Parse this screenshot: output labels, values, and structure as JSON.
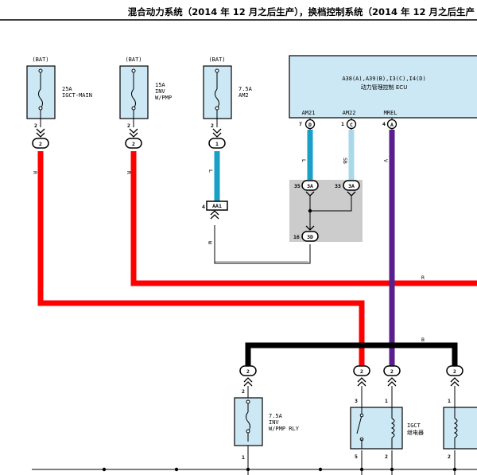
{
  "header": {
    "title": "混合动力系统（2014 年 12 月之后生产），换档控制系统（2014 年 12 月之后生产"
  },
  "fuses": [
    {
      "source": "(BAT)",
      "rating": "25A",
      "name": "IGCT-MAIN",
      "name2": "",
      "pin": "2",
      "conn": "2"
    },
    {
      "source": "(BAT)",
      "rating": "15A",
      "name": "INV",
      "name2": "W/PMP",
      "pin": "2",
      "conn": "2"
    },
    {
      "source": "(BAT)",
      "rating": "7.5A",
      "name": "AM2",
      "name2": "",
      "pin": "2",
      "conn": "1"
    }
  ],
  "ecu": {
    "title": "A38(A),A39(B),I3(C),I4(D)",
    "subtitle": "动力管理控制 ECU",
    "terminals": [
      {
        "name": "AM21",
        "pin": "7",
        "conn": "D",
        "wire_color": "L"
      },
      {
        "name": "AM22",
        "pin": "1",
        "conn": "C",
        "wire_color": "SB"
      },
      {
        "name": "MREL",
        "pin": "4",
        "conn": "A",
        "wire_color": "V"
      }
    ]
  },
  "junction": {
    "conn_35": "35",
    "conn_33": "33",
    "conn_16": "16",
    "code_a": "3A",
    "code_d": "3D"
  },
  "connector_aa1": {
    "pin": "4",
    "label": "AA1"
  },
  "wire_labels": {
    "r1": "R",
    "r2": "R",
    "l": "L",
    "w": "W",
    "r_horiz": "R",
    "b_horiz": "B"
  },
  "bottom": {
    "fuse": {
      "rating": "7.5A",
      "name": "INV",
      "name2": "W/PMP RLY",
      "pin_top": "2",
      "pin_bot": "1",
      "conn": "2"
    },
    "relay1": {
      "name": "IGCT",
      "name2": "继电器",
      "pin3": "3",
      "pin1": "1",
      "pin5": "5",
      "pin2": "2"
    },
    "relay2": {
      "pin1": "1",
      "pin2": "2"
    },
    "conns": [
      "2",
      "2",
      "2",
      "2"
    ]
  },
  "colors": {
    "red": "#ff0000",
    "blue": "#1a9fc7",
    "sky": "#a8d8ea",
    "violet": "#5a1f8e",
    "black": "#000000",
    "box_fill": "#cce8f4",
    "junction_fill": "#cccccc"
  }
}
